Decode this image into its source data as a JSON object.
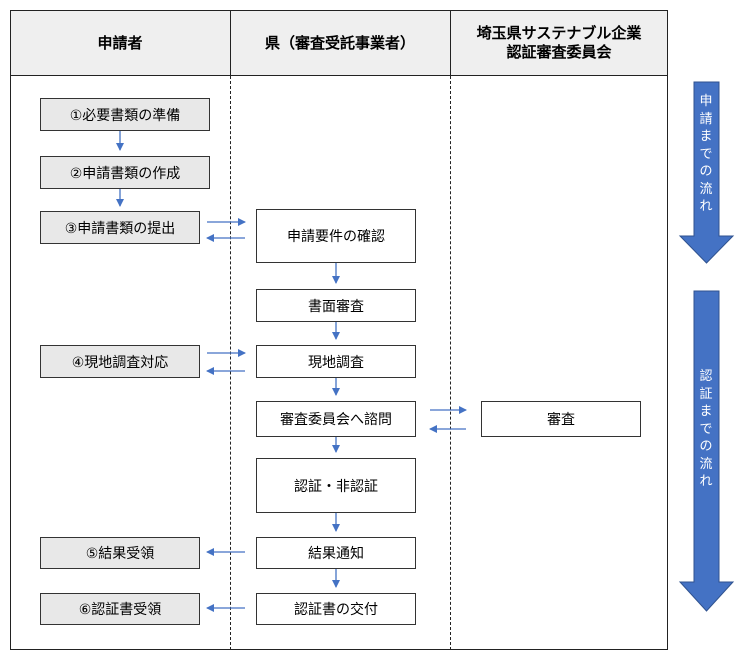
{
  "headers": {
    "applicant": "申請者",
    "prefecture": "県（審査受託事業者）",
    "committee_line1": "埼玉県サステナブル企業",
    "committee_line2": "認証審査委員会"
  },
  "applicant_steps": [
    "①必要書類の準備",
    "②申請書類の作成",
    "③申請書類の提出",
    "④現地調査対応",
    "⑤結果受領",
    "⑥認証書受領"
  ],
  "prefecture_steps": [
    "申請要件の確認",
    "書面審査",
    "現地調査",
    "審査委員会へ諮問",
    "認証・非認証",
    "結果通知",
    "認証書の交付"
  ],
  "committee_steps": [
    "審査"
  ],
  "side_arrows": [
    {
      "text": [
        "申",
        "請",
        "ま",
        "で",
        "の",
        "流",
        "れ"
      ]
    },
    {
      "text": [
        "認",
        "証",
        "ま",
        "で",
        "の",
        "流",
        "れ"
      ]
    }
  ],
  "colors": {
    "arrow": "#4472c4",
    "side_arrow_fill": "#4472c4",
    "side_arrow_stroke": "#2f528f",
    "box_grey": "#e8e8e8"
  }
}
